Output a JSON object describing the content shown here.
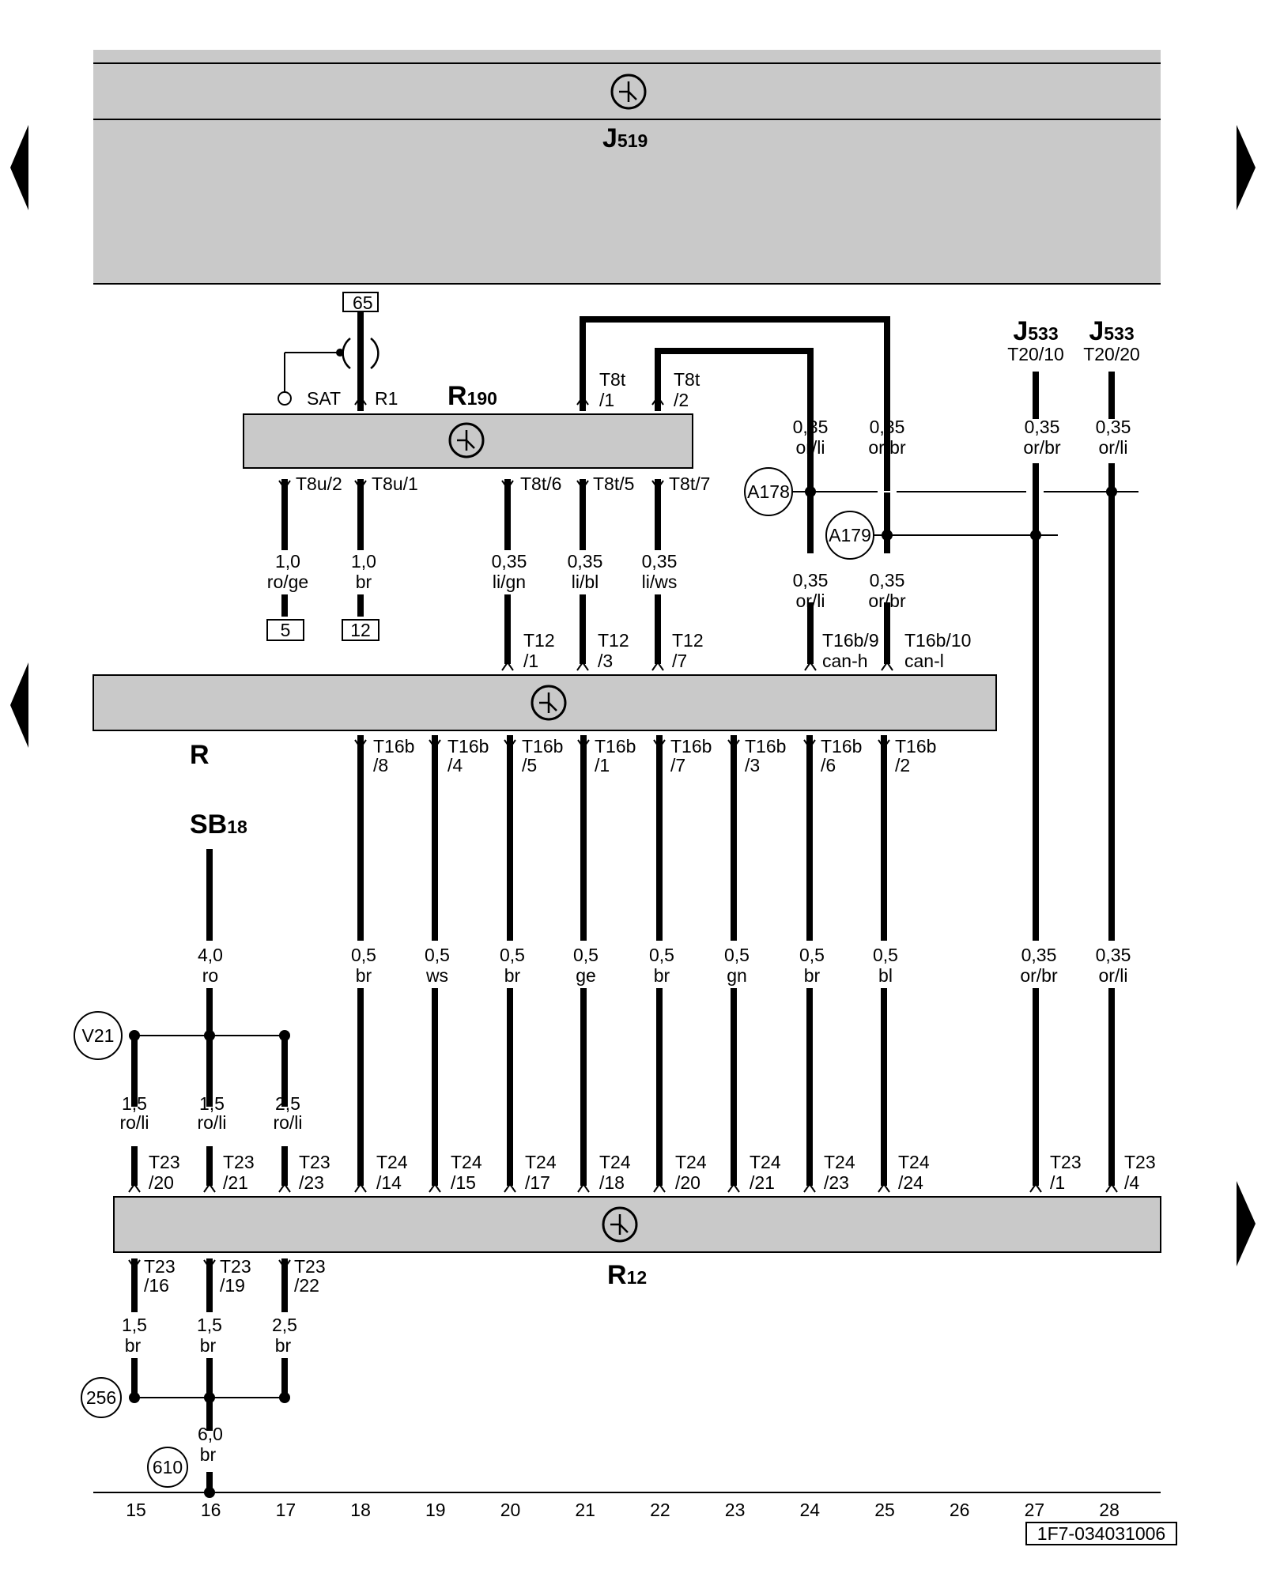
{
  "components": {
    "J519": {
      "main": "J",
      "sub": "519"
    },
    "R190": {
      "main": "R",
      "sub": "190"
    },
    "R": {
      "main": "R"
    },
    "R12": {
      "main": "R",
      "sub": "12"
    },
    "SB18": {
      "main": "SB",
      "sub": "18"
    },
    "J533_left": {
      "main": "J",
      "sub": "533",
      "pin": "T20/10"
    },
    "J533_right": {
      "main": "J",
      "sub": "533",
      "pin": "T20/20"
    }
  },
  "r190_top": {
    "box_65": "65",
    "sat": "SAT",
    "r1": "R1",
    "t8t1": {
      "a": "T8t",
      "b": "/1"
    },
    "t8t2": {
      "a": "T8t",
      "b": "/2"
    }
  },
  "r190_bottom": [
    {
      "pin": "T8u/2",
      "size": "1,0",
      "color": "ro/ge",
      "box": "5"
    },
    {
      "pin": "T8u/1",
      "size": "1,0",
      "color": "br",
      "box": "12"
    },
    {
      "pin": "T8t/6",
      "size": "0,35",
      "color": "li/gn",
      "conn_a": "T12",
      "conn_b": "/1"
    },
    {
      "pin": "T8t/5",
      "size": "0,35",
      "color": "li/bl",
      "conn_a": "T12",
      "conn_b": "/3"
    },
    {
      "pin": "T8t/7",
      "size": "0,35",
      "color": "li/ws",
      "conn_a": "T12",
      "conn_b": "/7"
    }
  ],
  "can_wires": [
    {
      "size_top": "0,35",
      "color_top": "or/li",
      "size_bot": "0,35",
      "color_bot": "or/li",
      "pin_a": "T16b/9",
      "pin_b": "can-h"
    },
    {
      "size_top": "0,35",
      "color_top": "or/br",
      "size_bot": "0,35",
      "color_bot": "or/br",
      "pin_a": "T16b/10",
      "pin_b": "can-l"
    }
  ],
  "junctions": {
    "a178": "A178",
    "a179": "A179",
    "v21": "V21",
    "g256": "256",
    "g610": "610"
  },
  "r_outputs": [
    {
      "pin_a": "T16b",
      "pin_b": "/8",
      "size": "0,5",
      "color": "br",
      "r12_a": "T24",
      "r12_b": "/14"
    },
    {
      "pin_a": "T16b",
      "pin_b": "/4",
      "size": "0,5",
      "color": "ws",
      "r12_a": "T24",
      "r12_b": "/15"
    },
    {
      "pin_a": "T16b",
      "pin_b": "/5",
      "size": "0,5",
      "color": "br",
      "r12_a": "T24",
      "r12_b": "/17"
    },
    {
      "pin_a": "T16b",
      "pin_b": "/1",
      "size": "0,5",
      "color": "ge",
      "r12_a": "T24",
      "r12_b": "/18"
    },
    {
      "pin_a": "T16b",
      "pin_b": "/7",
      "size": "0,5",
      "color": "br",
      "r12_a": "T24",
      "r12_b": "/20"
    },
    {
      "pin_a": "T16b",
      "pin_b": "/3",
      "size": "0,5",
      "color": "gn",
      "r12_a": "T24",
      "r12_b": "/21"
    },
    {
      "pin_a": "T16b",
      "pin_b": "/6",
      "size": "0,5",
      "color": "br",
      "r12_a": "T24",
      "r12_b": "/23"
    },
    {
      "pin_a": "T16b",
      "pin_b": "/2",
      "size": "0,5",
      "color": "bl",
      "r12_a": "T24",
      "r12_b": "/24"
    }
  ],
  "j533_wires": [
    {
      "size_top": "0,35",
      "color_top": "or/br",
      "size_bot": "0,35",
      "color_bot": "or/br",
      "r12_a": "T23",
      "r12_b": "/1"
    },
    {
      "size_top": "0,35",
      "color_top": "or/li",
      "size_bot": "0,35",
      "color_bot": "or/li",
      "r12_a": "T23",
      "r12_b": "/4"
    }
  ],
  "sb18_wire": {
    "size": "4,0",
    "color": "ro"
  },
  "v21_wires": [
    {
      "size": "1,5",
      "color": "ro/li",
      "r12_a": "T23",
      "r12_b": "/20"
    },
    {
      "size": "1,5",
      "color": "ro/li",
      "r12_a": "T23",
      "r12_b": "/21"
    },
    {
      "size": "2,5",
      "color": "ro/li",
      "r12_a": "T23",
      "r12_b": "/23"
    }
  ],
  "ground_wires": [
    {
      "pin_a": "T23",
      "pin_b": "/16",
      "size": "1,5",
      "color": "br"
    },
    {
      "pin_a": "T23",
      "pin_b": "/19",
      "size": "1,5",
      "color": "br"
    },
    {
      "pin_a": "T23",
      "pin_b": "/22",
      "size": "2,5",
      "color": "br"
    }
  ],
  "ground_main": {
    "size": "6,0",
    "color": "br"
  },
  "track_numbers": [
    "15",
    "16",
    "17",
    "18",
    "19",
    "20",
    "21",
    "22",
    "23",
    "24",
    "25",
    "26",
    "27",
    "28"
  ],
  "diagram_code": "1F7-034031006",
  "colors": {
    "module_fill": "#c9c9c9",
    "wire": "#000000",
    "background": "#ffffff"
  }
}
